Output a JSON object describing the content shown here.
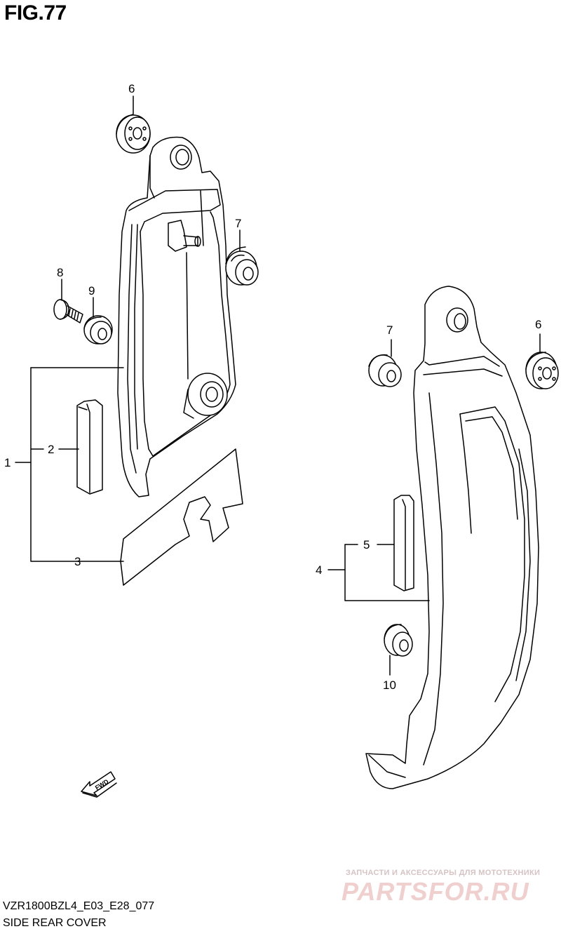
{
  "figure": {
    "title": "FIG.77",
    "model_code": "VZR1800BZL4_E03_E28_077",
    "section_name": "SIDE REAR COVER"
  },
  "callouts": [
    "1",
    "2",
    "3",
    "4",
    "5",
    "6",
    "6",
    "7",
    "7",
    "8",
    "9",
    "10"
  ],
  "fwd_label": "FWD",
  "watermark": {
    "tagline": "ЗАПЧАСТИ И АКСЕССУАРЫ ДЛЯ МОТОТЕХНИКИ",
    "brand": "PARTSFOR.RU"
  },
  "colors": {
    "line": "#000000",
    "watermark": "#f0cfcf"
  }
}
